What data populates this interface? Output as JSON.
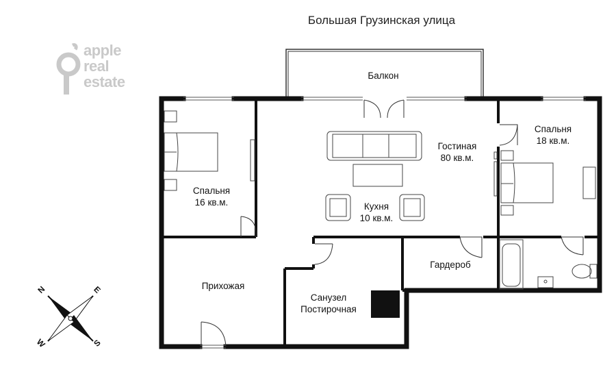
{
  "street": "Большая Грузинская улица",
  "logo": {
    "line1": "apple",
    "line2": "real",
    "line3": "estate"
  },
  "rooms": {
    "balcony": {
      "name": "Балкон"
    },
    "living": {
      "name": "Гостиная",
      "area": "80 кв.м."
    },
    "kitchen": {
      "name": "Кухня",
      "area": "10 кв.м."
    },
    "bedroom_left": {
      "name": "Спальня",
      "area": "16 кв.м."
    },
    "bedroom_right": {
      "name": "Спальня",
      "area": "18 кв.м."
    },
    "hall": {
      "name": "Прихожая"
    },
    "wardrobe": {
      "name": "Гардероб"
    },
    "bathroom": {
      "name": "Санузел",
      "subtitle": "Постирочная"
    }
  },
  "compass": {
    "n": "N",
    "e": "E",
    "s": "S",
    "w": "W"
  },
  "colors": {
    "wall": "#111111",
    "logo": "#c9c9c9",
    "furniture": "#444444"
  }
}
